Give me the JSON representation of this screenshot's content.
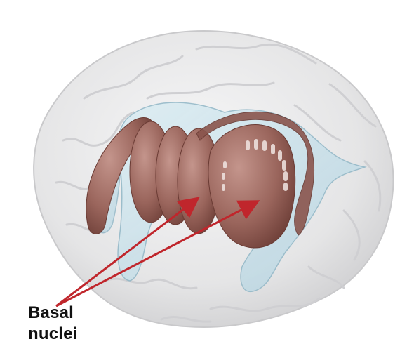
{
  "annotation": {
    "label_lines": [
      "Basal",
      "nuclei"
    ],
    "arrow_color": "#c0262c",
    "arrow_count": 2
  },
  "colors": {
    "background": "#ffffff",
    "brain": "#e9e9ea",
    "brain_outline": "#c9c9cb",
    "ventricle": "#b9d9e6",
    "nuclei": "#8e5a52"
  },
  "parts": [
    "brain",
    "lateral-ventricle",
    "caudate-nucleus",
    "putamen",
    "globus-pallidus",
    "thalamus"
  ]
}
